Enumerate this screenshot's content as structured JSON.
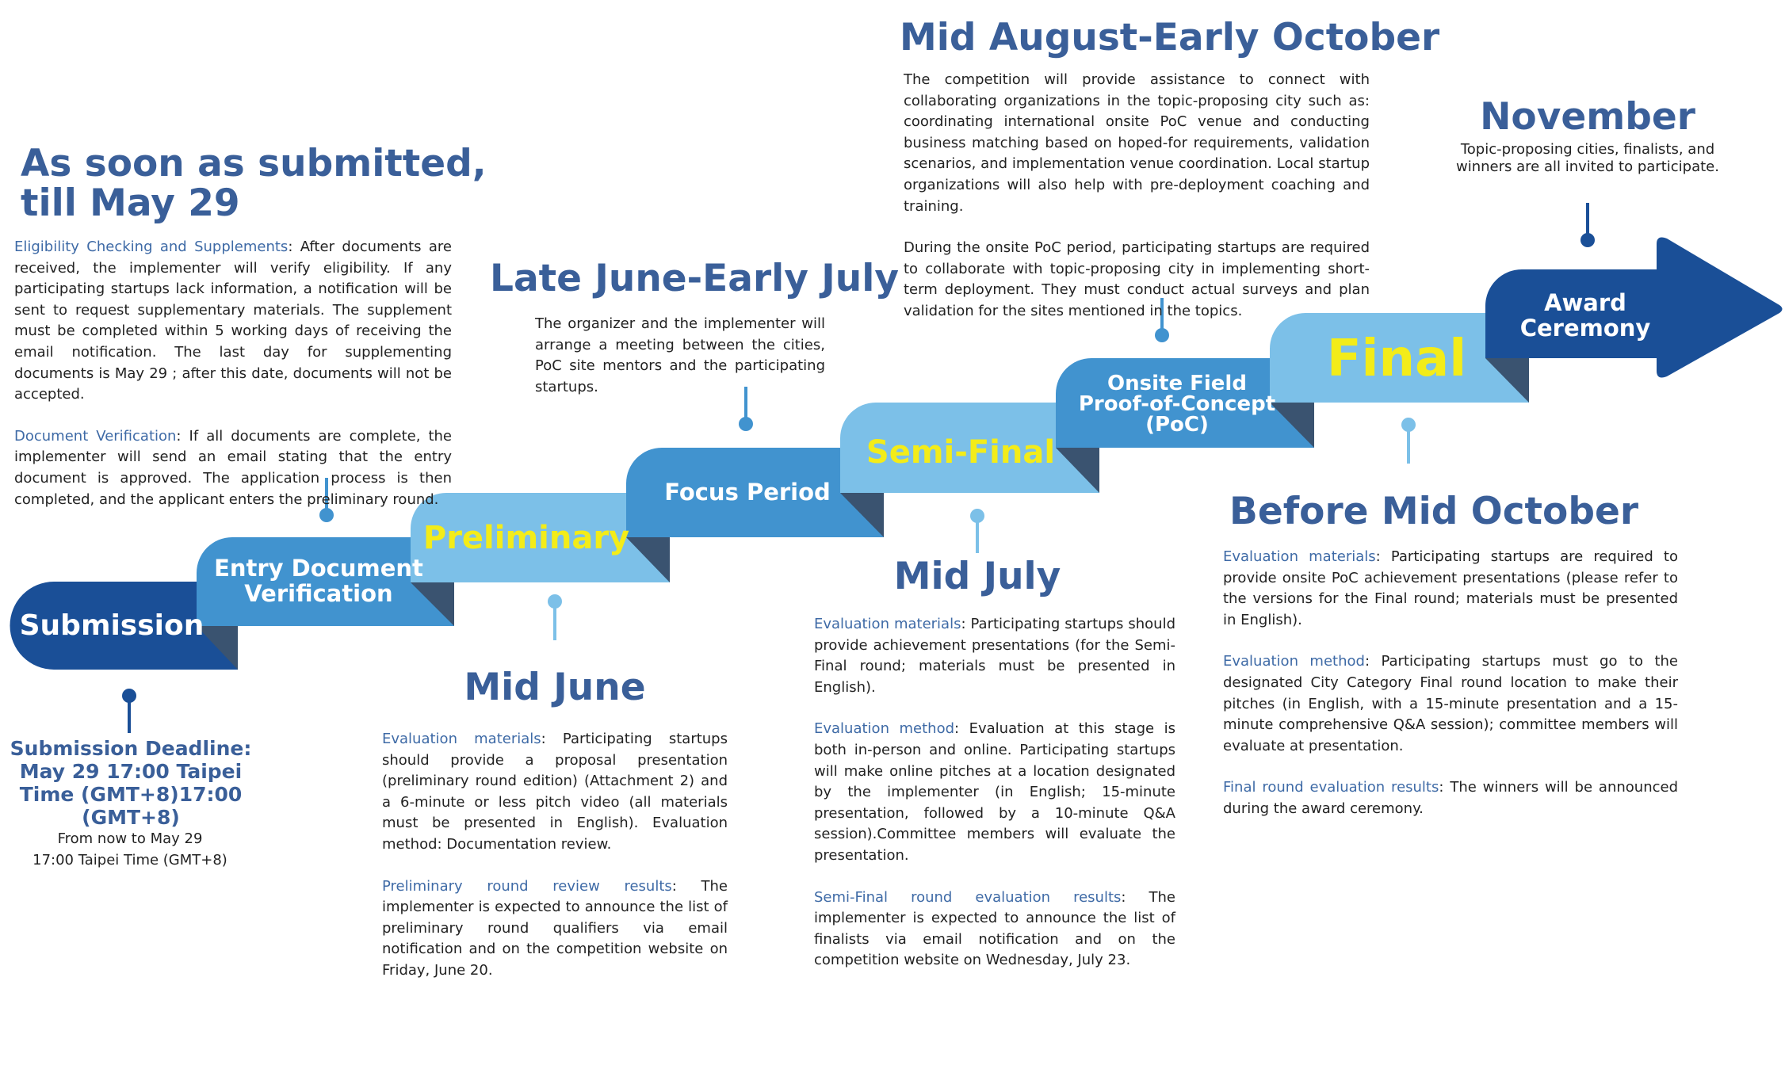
{
  "steps": [
    {
      "label": "Submission",
      "label_color": "#ffffff",
      "fill": "#1a4f97"
    },
    {
      "label": "Entry Document Verification",
      "label_color": "#ffffff",
      "fill": "#4193cf"
    },
    {
      "label": "Preliminary",
      "label_color": "#f3ec19",
      "fill": "#7cc0e8"
    },
    {
      "label": "Focus Period",
      "label_color": "#ffffff",
      "fill": "#4193cf"
    },
    {
      "label": "Semi-Final",
      "label_color": "#f3ec19",
      "fill": "#7cc0e8"
    },
    {
      "label": "Onsite Field Proof-of-Concept (PoC)",
      "label_color": "#ffffff",
      "fill": "#4193cf"
    },
    {
      "label": "Final",
      "label_color": "#f3ec19",
      "fill": "#7cc0e8"
    },
    {
      "label": "Award Ceremony",
      "label_color": "#ffffff",
      "fill": "#1a4f97"
    }
  ],
  "colors": {
    "heading": "#3a5f99",
    "keyword": "#3e6aa6",
    "body_text": "#222222",
    "fold_shadow": "#3a5370",
    "yellow_label": "#f3ec19",
    "pin_dark": "#1a4f97",
    "pin_mid": "#4193cf",
    "pin_light": "#7cc0e8"
  },
  "submission": {
    "deadline_title": "Submission Deadline: May 29 17:00 Taipei Time (GMT+8)17:00 (GMT+8)",
    "note_line1": "From now to  May 29",
    "note_line2": "17:00 Taipei Time (GMT+8)"
  },
  "verification": {
    "heading_line1": "As soon as submitted,",
    "heading_line2": "till May 29",
    "p1_key": "Eligibility Checking and Supplements",
    "p1_text": ": After documents are received, the implementer will verify eligibility. If any participating startups lack information, a notification will be sent to request supplementary materials. The supplement must be completed within 5 working days of receiving the email notification. The last day for supplementing documents is May 29 ; after this date, documents will not be accepted.",
    "p2_key": "Document Verification",
    "p2_text": ": If all documents are complete, the implementer will send an email stating that the entry document is approved. The application process is then completed, and the applicant enters the preliminary round."
  },
  "preliminary": {
    "heading": "Mid June",
    "p1_key": "Evaluation materials",
    "p1_text": ": Participating startups should provide a proposal presentation (preliminary round edition) (Attachment 2) and a 6-minute or less pitch video (all materials must be presented in English). Evaluation method: Documentation review.",
    "p2_key": "Preliminary round review results",
    "p2_text": ": The implementer is expected to announce the list of preliminary round qualifiers via email notification and on the competition website on Friday, June 20."
  },
  "focus": {
    "heading": "Late June-Early July",
    "text": "The organizer and the implementer will arrange a meeting between the cities, PoC site mentors and the participating startups."
  },
  "semifinal": {
    "heading": "Mid July",
    "p1_key": "Evaluation materials",
    "p1_text": ": Participating startups should provide achievement presentations (for the Semi-Final round; materials must be presented in English).",
    "p2_key": "Evaluation method",
    "p2_text": ": Evaluation at this stage is both in-person and online. Participating startups will make online pitches at a location designated by the implementer (in English; 15-minute presentation, followed by a 10-minute Q&A session).Committee members will evaluate the presentation.",
    "p3_key": "Semi-Final round evaluation results",
    "p3_text": ": The implementer is expected to announce the list of finalists via email notification and on the competition website on Wednesday, July 23."
  },
  "poc": {
    "heading": "Mid August-Early October",
    "p1_text": "The competition will provide assistance to connect with collaborating organizations in the topic-proposing city such as: coordinating international onsite PoC venue and conducting business matching based on hoped-for requirements, validation scenarios, and implementation venue coordination. Local startup organizations will also help with pre-deployment coaching and training.",
    "p2_text": "During the onsite PoC period, participating startups are required to collaborate with topic-proposing city in implementing short-term deployment. They must conduct actual surveys and plan validation for the sites mentioned in the topics."
  },
  "final": {
    "heading": "Before Mid October",
    "p1_key": "Evaluation materials",
    "p1_text": ": Participating startups are required to provide onsite PoC achievement presentations (please refer to the versions for the Final round; materials must be presented in English).",
    "p2_key": "Evaluation method",
    "p2_text": ": Participating startups must go to the designated City Category Final round location to make their pitches (in English, with a 15-minute presentation and a 15-minute comprehensive Q&A session); committee members will evaluate at presentation.",
    "p3_key": "Final round evaluation results",
    "p3_text": ": The winners will be announced during the award ceremony."
  },
  "award": {
    "heading": "November",
    "text_line1": "Topic-proposing cities, finalists, and",
    "text_line2": "winners are all invited to participate."
  }
}
